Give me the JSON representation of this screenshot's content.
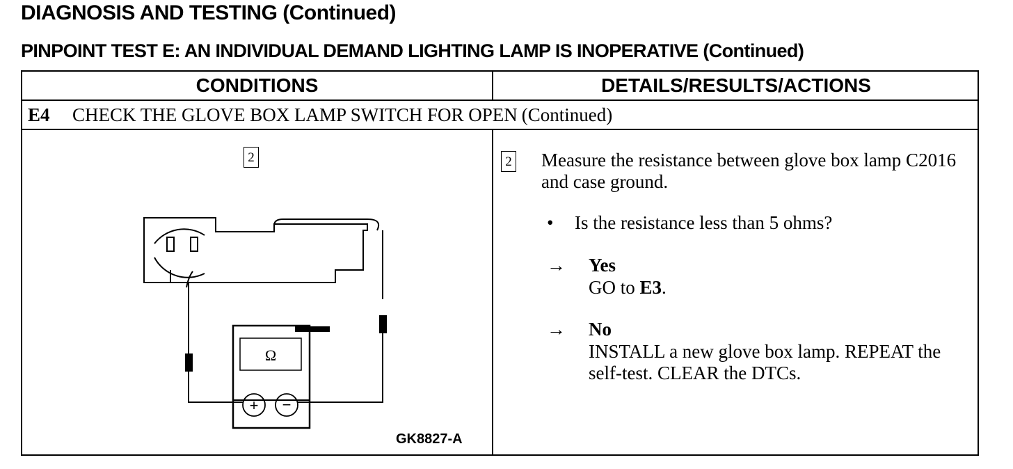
{
  "header": {
    "section_title": "DIAGNOSIS AND TESTING (Continued)",
    "test_title": "PINPOINT TEST E:  AN INDIVIDUAL DEMAND LIGHTING LAMP IS INOPERATIVE (Continued)"
  },
  "table": {
    "conditions_header": "CONDITIONS",
    "details_header": "DETAILS/RESULTS/ACTIONS",
    "step": {
      "id": "E4",
      "title": "CHECK THE GLOVE BOX LAMP SWITCH FOR OPEN",
      "suffix": "(Continued)"
    }
  },
  "conditions": {
    "step_number": "2",
    "meter_symbol": "Ω",
    "plus_symbol": "+",
    "minus_symbol": "−",
    "figure_code": "GK8827-A"
  },
  "details": {
    "step_number": "2",
    "instruction": "Measure the resistance between glove box lamp C2016 and case ground.",
    "bullet": "•",
    "question": "Is the resistance less than 5 ohms?",
    "arrow": "→",
    "yes": {
      "label": "Yes",
      "action_prefix": "GO to ",
      "action_target": "E3",
      "action_suffix": "."
    },
    "no": {
      "label": "No",
      "action": "INSTALL a new glove box lamp. REPEAT the self-test. CLEAR the DTCs."
    }
  }
}
